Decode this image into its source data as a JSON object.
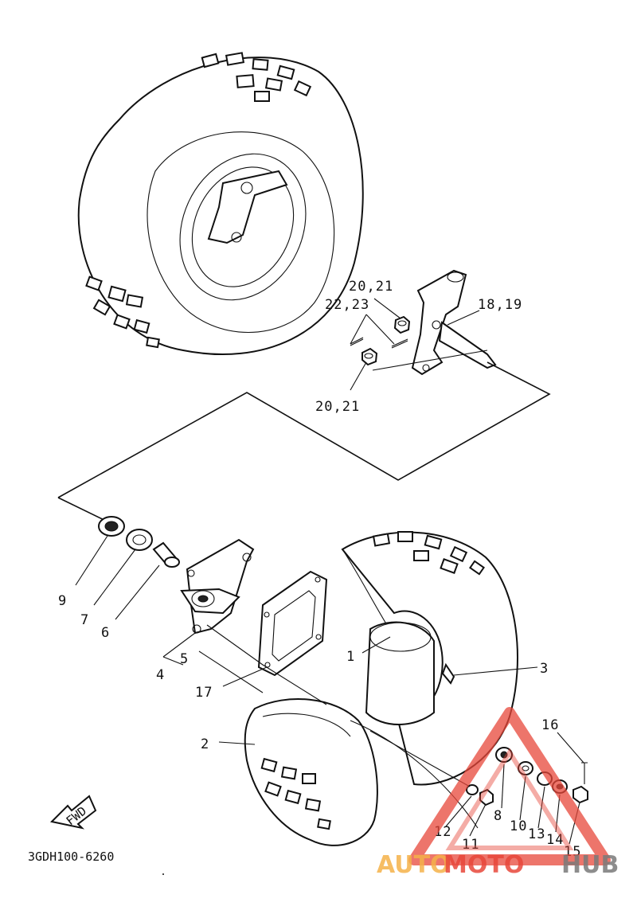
{
  "diagram": {
    "code": "3GDH100-6260",
    "fwd_arrow": "FWD",
    "callouts": [
      {
        "id": "c1",
        "text": "1"
      },
      {
        "id": "c2",
        "text": "2"
      },
      {
        "id": "c3",
        "text": "3"
      },
      {
        "id": "c4",
        "text": "4"
      },
      {
        "id": "c5",
        "text": "5"
      },
      {
        "id": "c6",
        "text": "6"
      },
      {
        "id": "c7",
        "text": "7"
      },
      {
        "id": "c8",
        "text": "8"
      },
      {
        "id": "c9",
        "text": "9"
      },
      {
        "id": "c10",
        "text": "10"
      },
      {
        "id": "c11",
        "text": "11"
      },
      {
        "id": "c12",
        "text": "12"
      },
      {
        "id": "c13",
        "text": "13"
      },
      {
        "id": "c14",
        "text": "14"
      },
      {
        "id": "c15",
        "text": "15"
      },
      {
        "id": "c16",
        "text": "16"
      },
      {
        "id": "c17",
        "text": "17"
      },
      {
        "id": "c18_19",
        "text": "18,19"
      },
      {
        "id": "c20_21_top",
        "text": "20,21"
      },
      {
        "id": "c22_23",
        "text": "22,23"
      },
      {
        "id": "c20_21_bottom",
        "text": "20,21"
      }
    ]
  },
  "watermark": {
    "part1": "AUTO",
    "part2": "MOTO",
    "part3": "HUB",
    "color_auto": "#f5b24a",
    "color_moto": "#e8473a",
    "color_hub": "#7a7a7a"
  }
}
